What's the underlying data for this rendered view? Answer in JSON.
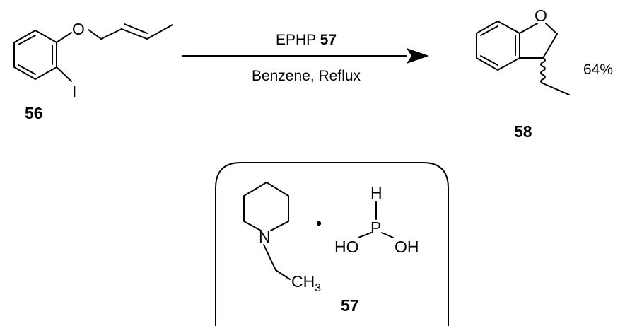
{
  "reactant": {
    "label": "56",
    "atoms": {
      "oxygen": "O",
      "iodine": "I"
    }
  },
  "reagent_line": {
    "name": "EPHP",
    "ref": "57"
  },
  "conditions": "Benzene, Reflux",
  "product": {
    "label": "58",
    "yield": "64%",
    "atoms": {
      "oxygen": "O"
    }
  },
  "reagent_box": {
    "label": "57",
    "dot": "•",
    "amine": {
      "nitrogen": "N",
      "methyl_main": "CH",
      "methyl_sub": "3"
    },
    "acid": {
      "h": "H",
      "p": "P",
      "ho": "HO",
      "oh": "OH"
    }
  }
}
